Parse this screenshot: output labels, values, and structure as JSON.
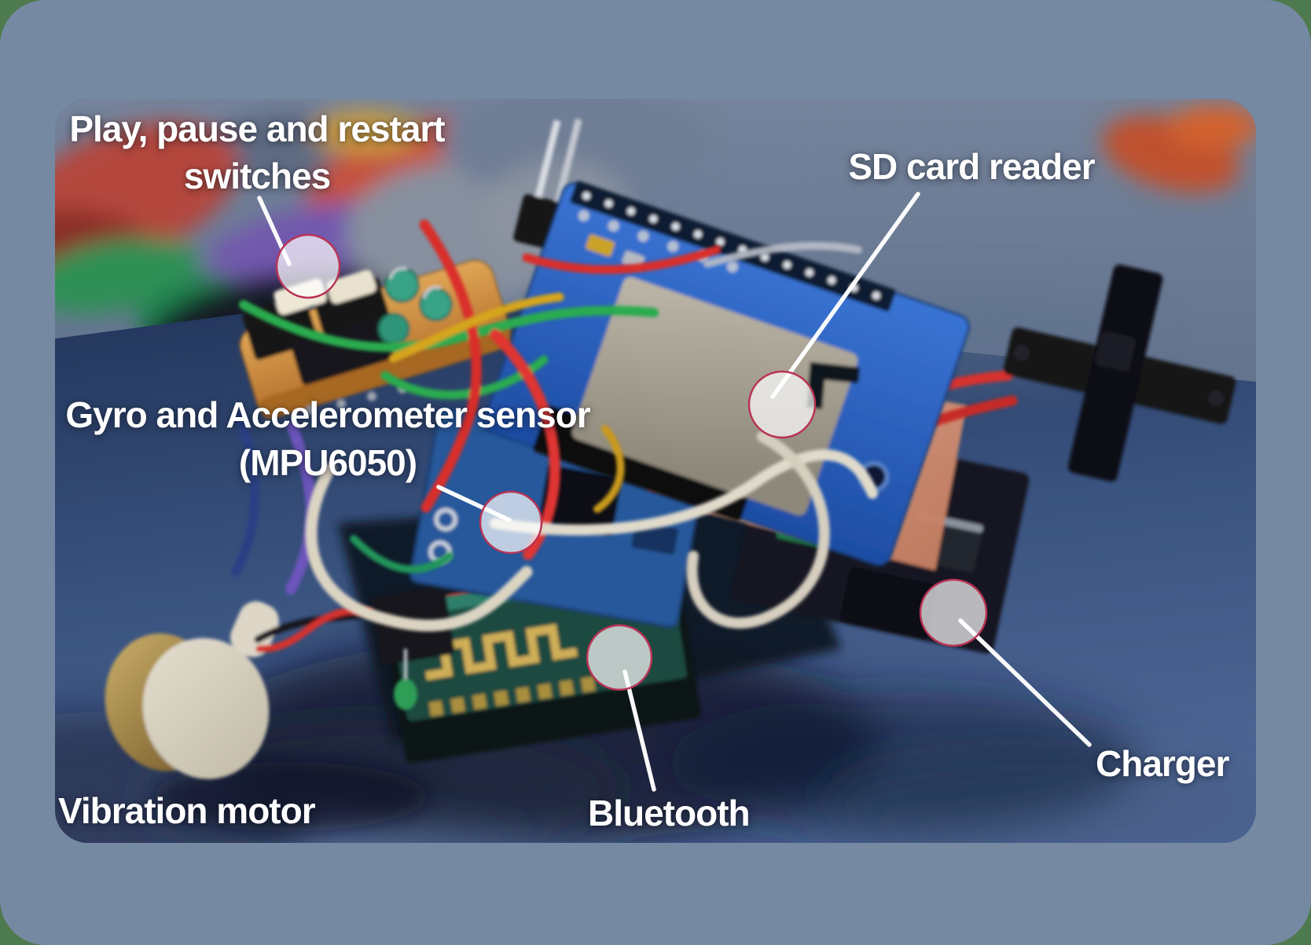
{
  "annotations": {
    "switches": {
      "line1": "Play, pause and restart",
      "line2": "switches"
    },
    "sd": {
      "label": "SD card reader"
    },
    "gyro": {
      "line1": "Gyro and Accelerometer sensor",
      "line2": "(MPU6050)"
    },
    "vibration": {
      "label": "Vibration motor"
    },
    "bluetooth": {
      "label": "Bluetooth"
    },
    "charger": {
      "label": "Charger"
    }
  },
  "colors": {
    "page_background": "#4e7a50",
    "frame": "#7689a2",
    "annotation_text": "#ffffff",
    "marker_border": "#b93355",
    "marker_fill": "rgba(255,255,255,0.7)",
    "pointer_line": "#ffffff"
  }
}
